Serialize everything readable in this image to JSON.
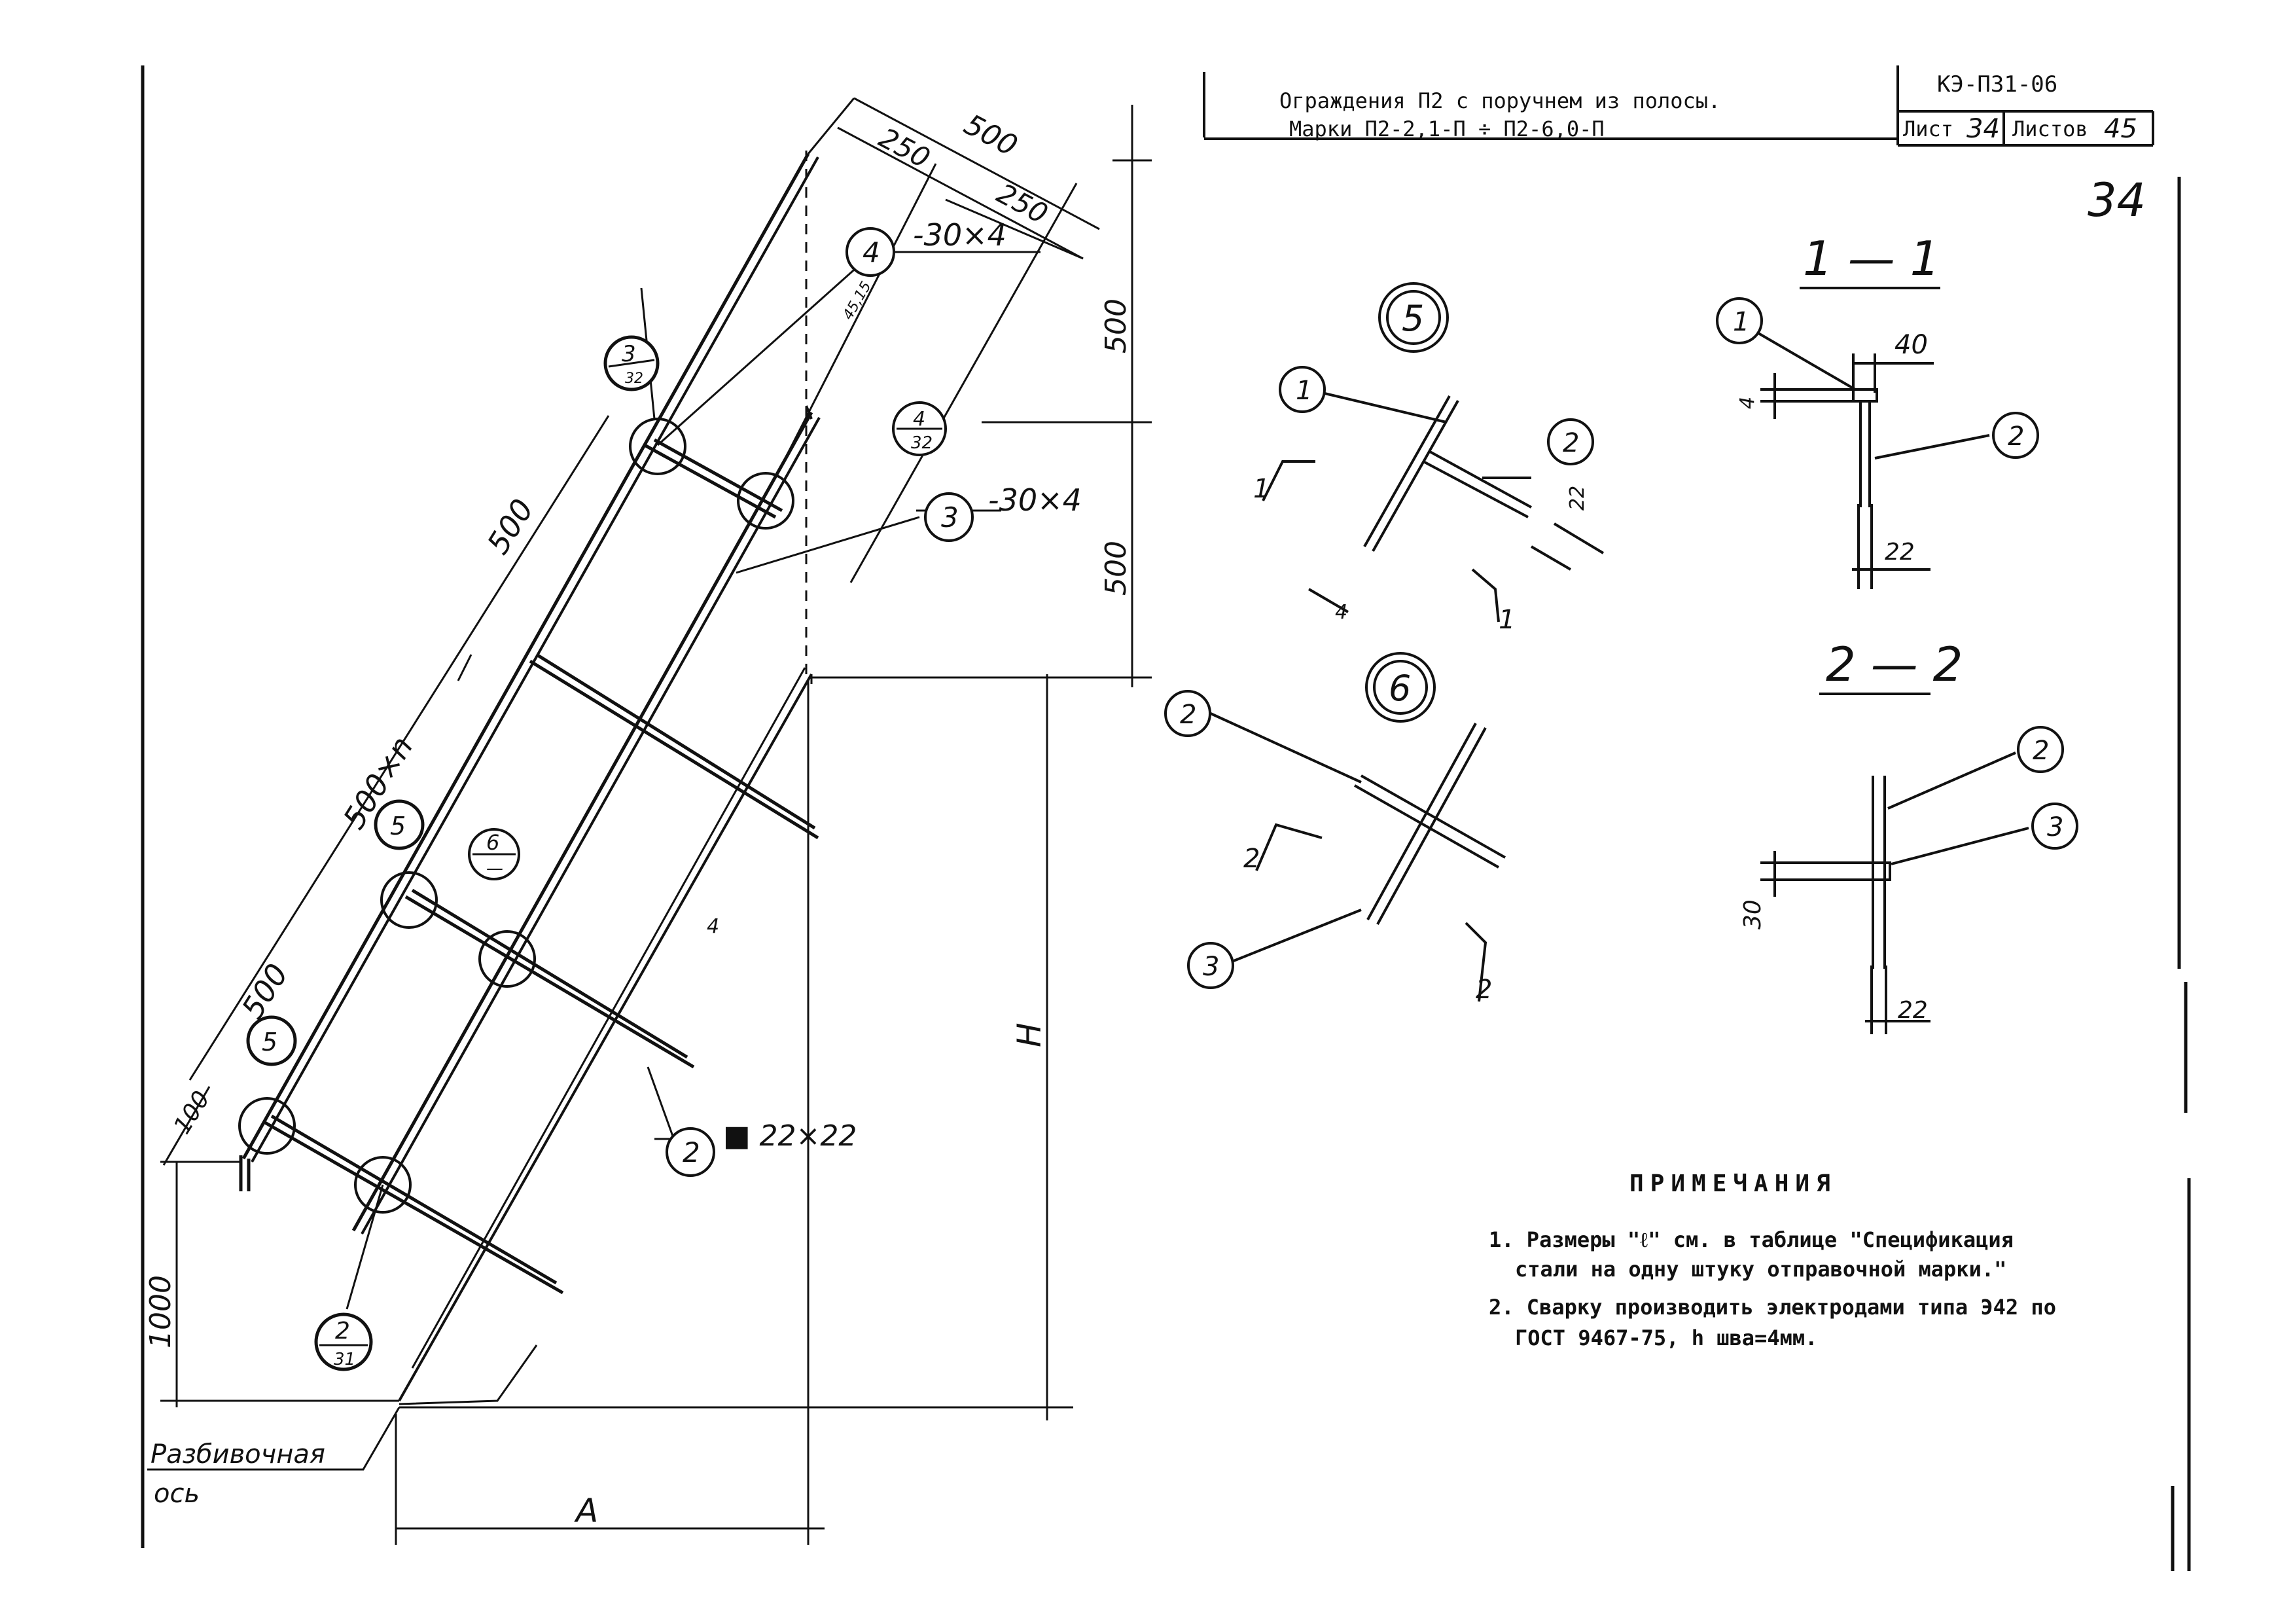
{
  "title_block": {
    "title_line1": "Ограждения П2 с поручнем из полосы.",
    "title_line2": "Марки П2-2,1-П ÷ П2-6,0-П",
    "code": "КЭ-П31-06",
    "sheet_label": "Лист",
    "sheet_number": "34",
    "sheets_label": "Листов",
    "sheets_total": "45",
    "handwritten_page": "34"
  },
  "main_view": {
    "dim_500_top": "500",
    "dim_250_a": "250",
    "dim_250_b": "250",
    "dim_500_side_upper": "500",
    "dim_500_side_lower": "500",
    "dim_500_diag": "500",
    "dim_500xn": "500×n",
    "dim_500_lower": "500",
    "dim_100": "100",
    "dim_1000": "1000",
    "dim_H": "H",
    "dim_A": "A",
    "axis_line1": "Разбивочная",
    "axis_line2": "ось",
    "callout_1": {
      "num": "4",
      "spec": "-30×4"
    },
    "callout_2": {
      "num": "3",
      "spec": "-30×4"
    },
    "callout_3": {
      "num": "2",
      "spec": "■ 22×22"
    },
    "slope_note": "45,15",
    "ref_3_32": {
      "top": "3",
      "bottom": "32"
    },
    "ref_4_32": {
      "top": "4",
      "bottom": "32"
    },
    "ref_5": {
      "top": "5",
      "bottom": "—"
    },
    "ref_6": {
      "top": "6",
      "bottom": "—"
    },
    "ref_5b": {
      "top": "5",
      "bottom": "—"
    },
    "ref_2_31": {
      "top": "2",
      "bottom": "31"
    },
    "dim_4": "4"
  },
  "detail5": {
    "id": "5",
    "part1": "1",
    "part2": "2",
    "dim_4": "4",
    "dim_22": "22",
    "cut": "1"
  },
  "detail6": {
    "id": "6",
    "part2": "2",
    "part3": "3",
    "cut": "2"
  },
  "section_1_1": {
    "label": "1 — 1",
    "part1": "1",
    "part2": "2",
    "dim_40": "40",
    "dim_4": "4",
    "dim_22": "22"
  },
  "section_2_2": {
    "label": "2 — 2",
    "part2": "2",
    "part3": "3",
    "dim_30": "30",
    "dim_22": "22"
  },
  "notes": {
    "heading": "ПРИМЕЧАНИЯ",
    "line1": "1. Размеры \"ℓ\" см. в таблице \"Спецификация",
    "line2": "стали на одну штуку отправочной марки.\"",
    "line3": "2. Сварку производить электродами типа Э42 по",
    "line4": "ГОСТ 9467-75, h шва=4мм."
  }
}
